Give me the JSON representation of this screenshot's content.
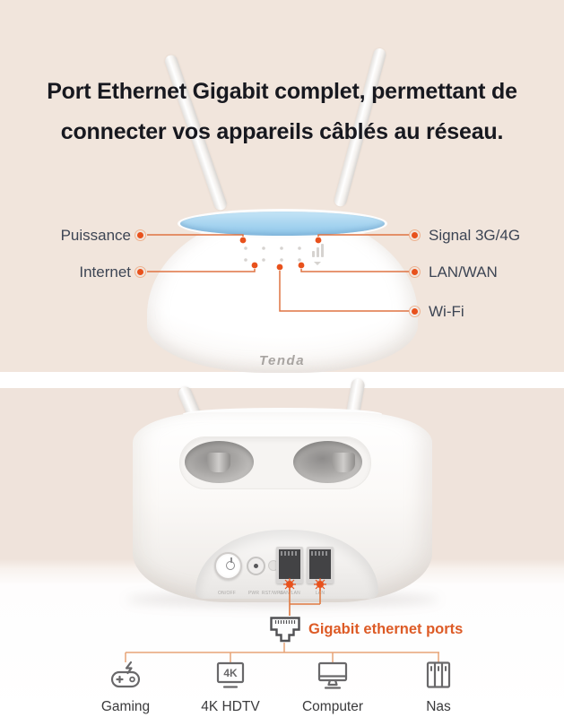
{
  "headline": {
    "line1": "Port Ethernet Gigabit complet, permettant de",
    "line2": "connecter vos appareils câblés au réseau."
  },
  "front_view": {
    "brand": "Tenda",
    "callouts": {
      "puissance": "Puissance",
      "internet": "Internet",
      "signal": "Signal 3G/4G",
      "lan_wan": "LAN/WAN",
      "wifi": "Wi-Fi"
    }
  },
  "back_view": {
    "port_labels": [
      "ON/OFF",
      "PWR",
      "RST/WPS",
      "WAN/LAN",
      "LAN"
    ],
    "callout": "Gigabit ethernet ports"
  },
  "devices": [
    {
      "label": "Gaming"
    },
    {
      "label": "4K HDTV",
      "icon_text": "4K"
    },
    {
      "label": "Computer"
    },
    {
      "label": "Nas"
    }
  ],
  "colors": {
    "background_beige": "#f1e5dc",
    "accent_orange": "#e8511c",
    "callout_text": "#3d4554",
    "headline_text": "#17181f",
    "gigabit_text": "#dd5b26",
    "router_top_blue": "#a3d2ef",
    "icon_gray": "#69686a"
  }
}
